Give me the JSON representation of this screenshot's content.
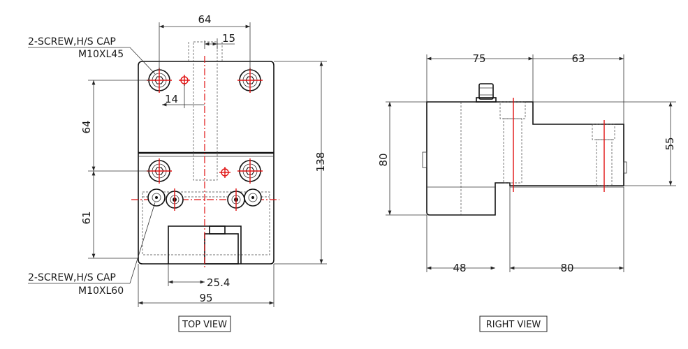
{
  "dims": {
    "top_width": "64",
    "top_slot": "15",
    "top_offset": "14",
    "top_vert1": "64",
    "top_vert2": "61",
    "top_height": "138",
    "top_bottom_slot": "25.4",
    "top_overall": "95",
    "right_top1": "75",
    "right_top2": "63",
    "right_height": "80",
    "right_step": "55",
    "right_bottom1": "48",
    "right_bottom2": "80"
  },
  "notes": {
    "screw1_line1": "2-SCREW,H/S CAP",
    "screw1_line2": "M10XL45",
    "screw2_line1": "2-SCREW,H/S CAP",
    "screw2_line2": "M10XL60"
  },
  "captions": {
    "top_view": "TOP VIEW",
    "right_view": "RIGHT VIEW"
  },
  "colors": {
    "centerline": "#e01010",
    "outline": "#111111"
  }
}
